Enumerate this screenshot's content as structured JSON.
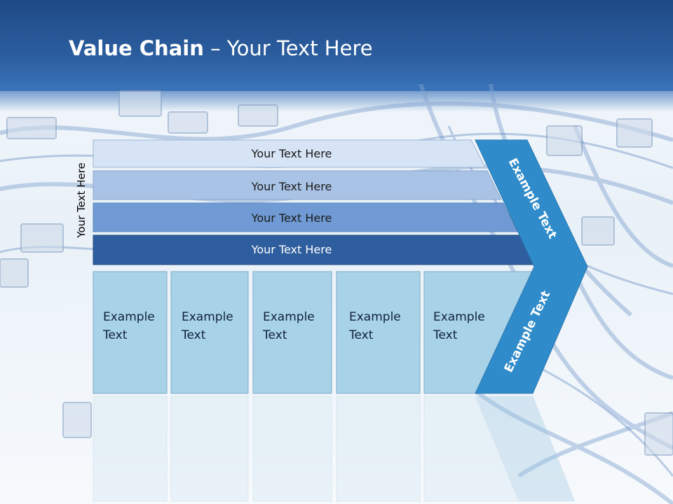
{
  "title": {
    "bold": "Value Chain",
    "rest": " – Your Text Here"
  },
  "side_label": "Your Text Here",
  "bands": [
    {
      "label": "Your Text Here",
      "fill": "#d6e4f5",
      "text_color": "#1a1a1a"
    },
    {
      "label": "Your Text Here",
      "fill": "#a9c3e6",
      "text_color": "#1a1a1a"
    },
    {
      "label": "Your Text Here",
      "fill": "#6f9ad3",
      "text_color": "#1a1a1a"
    },
    {
      "label": "Your Text Here",
      "fill": "#2f5e9e",
      "text_color": "#ffffff"
    }
  ],
  "boxes": [
    {
      "line1": "Example",
      "line2": "Text"
    },
    {
      "line1": "Example",
      "line2": "Text"
    },
    {
      "line1": "Example",
      "line2": "Text"
    },
    {
      "line1": "Example",
      "line2": "Text"
    },
    {
      "line1": "Example",
      "line2": "Text"
    }
  ],
  "arrow": {
    "upper_label": "Example Text",
    "lower_label": "Example Text",
    "fill": "#2f8bc9"
  },
  "colors": {
    "header": "#2b5d9e",
    "box_fill": "#a8d2e8",
    "box_stroke": "#7fa9c8"
  }
}
